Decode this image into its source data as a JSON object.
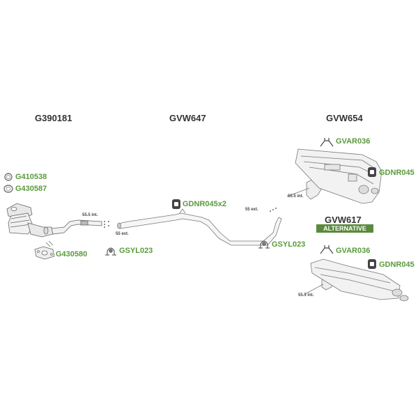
{
  "colors": {
    "code_green": "#5a9a3c",
    "header_text": "#333333",
    "badge_bg": "#5a8a3c",
    "part_stroke": "#666666",
    "part_fill": "#f1f1f1",
    "clamp_fill": "#444444"
  },
  "headers": {
    "converter": "G390181",
    "mid_pipe": "GVW647",
    "rear_box": "GVW654",
    "rear_box_alt": "GVW617"
  },
  "alternative_label": "ALTERNATIVE",
  "parts": {
    "ring_small": "G410538",
    "ring_large": "G430587",
    "gasket_front": "G430580",
    "clamp_front": "GSYL023",
    "rubber_mid": "GDNR045x2",
    "clamp_mid": "GSYL023",
    "bracket_rear": "GVAR036",
    "rubber_rear": "GDNR045",
    "bracket_alt": "GVAR036",
    "rubber_alt": "GDNR045"
  },
  "dimensions": {
    "front_pipe_int": "55.5 int.",
    "mid_pipe_ext": "55 ext.",
    "mid_joint_ext": "55 ext.",
    "rear_int": "55.5 int.",
    "alt_int": "55.5 int."
  },
  "icons": {
    "converter": "catalytic-converter-icon",
    "ring": "o-ring-icon",
    "gasket": "flange-gasket-icon",
    "clamp": "clamp-icon",
    "rubber": "rubber-mount-icon",
    "bracket": "bracket-icon",
    "rear_box": "silencer-icon"
  }
}
